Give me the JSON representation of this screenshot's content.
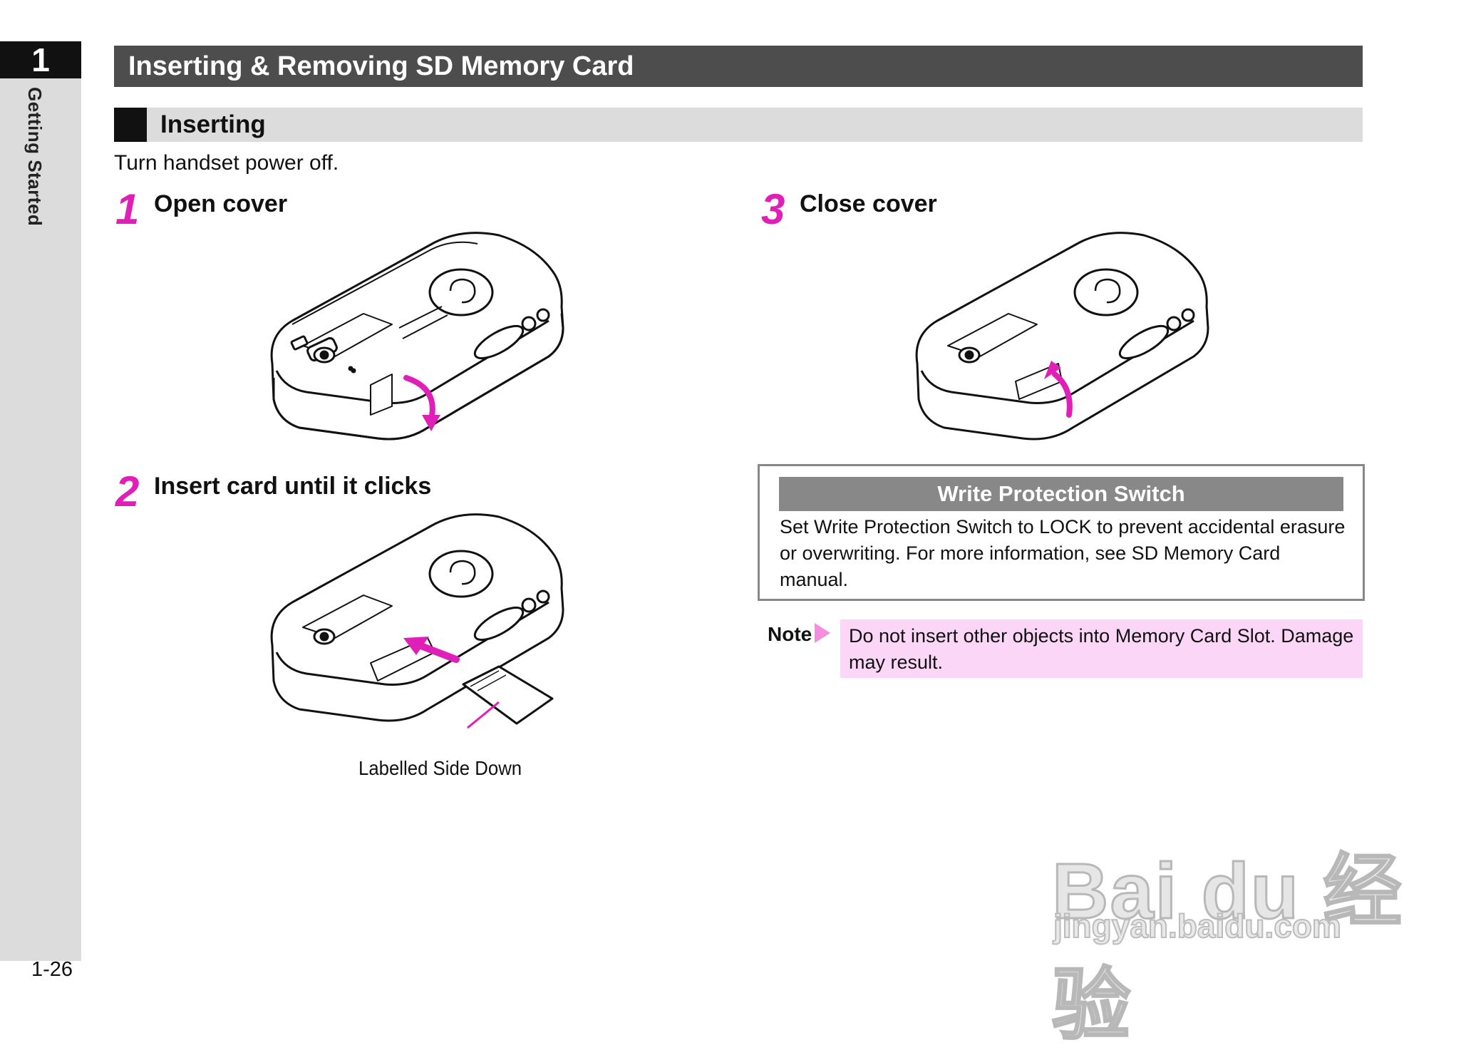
{
  "side_tab": {
    "chapter_number": "1",
    "label": "Getting Started",
    "page_number": "1-26"
  },
  "section": {
    "title": "Inserting & Removing SD Memory Card",
    "subheading": "Inserting",
    "intro": "Turn handset power off."
  },
  "steps": [
    {
      "number": "1",
      "title": "Open cover"
    },
    {
      "number": "2",
      "title": "Insert card until it clicks"
    },
    {
      "number": "3",
      "title": "Close cover"
    }
  ],
  "illustration": {
    "card_caption": "Labelled Side Down",
    "arrow_color": "#e01fb8"
  },
  "write_protection": {
    "title": "Write Protection Switch",
    "body": "Set Write Protection Switch to LOCK to prevent accidental erasure or overwriting. For more information, see SD Memory Card manual."
  },
  "note": {
    "label": "Note",
    "text": "Do not insert other objects into Memory Card Slot. Damage may result."
  },
  "watermark": {
    "brand": "Bai du 经验",
    "url": "jingyan.baidu.com"
  },
  "colors": {
    "accent": "#e01fb8",
    "title_bar": "#4d4d4d",
    "note_bg": "#fbd6f6"
  }
}
